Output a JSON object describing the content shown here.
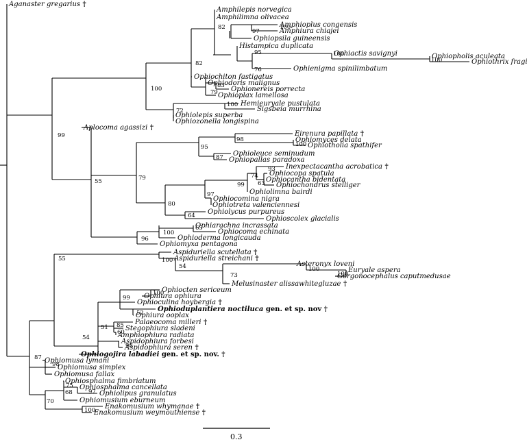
{
  "figure": {
    "dagger": "†",
    "scale_label": "0.3"
  },
  "taxa": [
    {
      "id": "aganaster",
      "name": "Aganaster gregarius",
      "extinct": true
    },
    {
      "id": "amphilepis",
      "name": "Amphilepis norvegica"
    },
    {
      "id": "amphilimna",
      "name": "Amphilimna olivacea"
    },
    {
      "id": "amphioplus",
      "name": "Amphioplus congensis"
    },
    {
      "id": "amphiura_chiajei",
      "name": "Amphiura chiajei"
    },
    {
      "id": "ophiopsila",
      "name": "Ophiopsila guineensis"
    },
    {
      "id": "histampica",
      "name": "Histampica duplicata"
    },
    {
      "id": "ophiactis",
      "name": "Ophiactis savignyi"
    },
    {
      "id": "ophiopholis",
      "name": "Ophiopholis aculeata"
    },
    {
      "id": "ophiothrix",
      "name": "Ophiothrix fragilis"
    },
    {
      "id": "ophienigma",
      "name": "Ophienigma spinilimbatum"
    },
    {
      "id": "ophiochiton",
      "name": "Ophiochiton fastigatus"
    },
    {
      "id": "ophiodoris",
      "name": "Ophiodoris malignus"
    },
    {
      "id": "ophionereis",
      "name": "Ophionereis porrecta"
    },
    {
      "id": "ophioplax",
      "name": "Ophioplax lamellosa"
    },
    {
      "id": "hemieuryale",
      "name": "Hemieuryale pustulata"
    },
    {
      "id": "sigsbeia",
      "name": "Sigsbeia murrhina"
    },
    {
      "id": "ophiolepis",
      "name": "Ophiolepis superba"
    },
    {
      "id": "ophiozonella",
      "name": "Ophiozonella longispina"
    },
    {
      "id": "aplocoma",
      "name": "Aplocoma agassizi",
      "extinct": true
    },
    {
      "id": "eirenura",
      "name": "Eirenura papillata",
      "extinct": true
    },
    {
      "id": "ophiomyces",
      "name": "Ophiomyces delata"
    },
    {
      "id": "ophiotholia",
      "name": "Ophiotholia spathifer"
    },
    {
      "id": "ophioleuce",
      "name": "Ophioleuce seminudum"
    },
    {
      "id": "ophiopallas",
      "name": "Ophiopallas paradoxa"
    },
    {
      "id": "inexpectacantha",
      "name": "Inexpectacantha acrobatica",
      "extinct": true
    },
    {
      "id": "ophiocopa",
      "name": "Ophiocopa spatula"
    },
    {
      "id": "ophiocantha",
      "name": "Ophiocantha bidentata"
    },
    {
      "id": "ophiochondrus",
      "name": "Ophiochondrus stelliger"
    },
    {
      "id": "ophiolimna",
      "name": "Ophiolimna bairdi"
    },
    {
      "id": "ophiocomina",
      "name": "Ophiocomina nigra"
    },
    {
      "id": "ophiotreta",
      "name": "Ophiotreta valenciennesi"
    },
    {
      "id": "ophiolycus",
      "name": "Ophiolycus purpureus"
    },
    {
      "id": "ophioscolex",
      "name": "Ophioscolex glacialis"
    },
    {
      "id": "ophiarachna",
      "name": "Ophiarachna incrassata"
    },
    {
      "id": "ophiocoma",
      "name": "Ophiocoma echinata"
    },
    {
      "id": "ophioderma",
      "name": "Ophioderma longicauda"
    },
    {
      "id": "ophiomyxa",
      "name": "Ophiomyxa pentagona"
    },
    {
      "id": "aspiduriella_s",
      "name": "Aspiduriella scutellata",
      "extinct": true
    },
    {
      "id": "aspiduriella_st",
      "name": "Aspiduriella streichani",
      "extinct": true
    },
    {
      "id": "asteronyx",
      "name": "Asteronyx loveni"
    },
    {
      "id": "euryale",
      "name": "Euryale aspera"
    },
    {
      "id": "gorgonocephalus",
      "name": "Gorgonocephalus caputmedusae"
    },
    {
      "id": "melusinaster",
      "name": "Melusinaster alissawhitegluzae",
      "extinct": true
    },
    {
      "id": "ophiocten",
      "name": "Ophiocten sericeum"
    },
    {
      "id": "ophiura_o",
      "name": "Ophiura ophiura"
    },
    {
      "id": "ophioculina",
      "name": "Ophioculina hoybergia",
      "extinct": true
    },
    {
      "id": "ophioduplantiera",
      "name": "Ophioduplantiera noctiluca",
      "suffix": "gen. et sp. nov",
      "extinct": true,
      "bold": true
    },
    {
      "id": "ophiura_oo",
      "name": "Ophiura ooplax"
    },
    {
      "id": "palaeocoma",
      "name": "Palaeocoma milleri",
      "extinct": true
    },
    {
      "id": "stegophiura",
      "name": "Stegophiura sladeni"
    },
    {
      "id": "amphiophiura",
      "name": "Amphiophiura radiata"
    },
    {
      "id": "aspidophiura_f",
      "name": "Aspidophiura forbesi"
    },
    {
      "id": "aspidophiura_s",
      "name": "Aspidophiura seren",
      "extinct": true
    },
    {
      "id": "ophiogojira",
      "name": "Ophiogojira labadiei",
      "suffix": "gen. et sp. nov.",
      "extinct": true,
      "bold": true
    },
    {
      "id": "ophiomusa_l",
      "name": "Ophiomusa lymani"
    },
    {
      "id": "ophiomusa_s",
      "name": "Ophiomusa simplex"
    },
    {
      "id": "ophiomusa_f",
      "name": "Ophiomusa fallax"
    },
    {
      "id": "ophiosphalma_f",
      "name": "Ophiosphalma fimbriatum"
    },
    {
      "id": "ophiosphalma_c",
      "name": "Ophiosphalma cancellata"
    },
    {
      "id": "ophiolipus",
      "name": "Ophiolipus granulatus"
    },
    {
      "id": "ophiomusium",
      "name": "Ophiomusium eburneum"
    },
    {
      "id": "enakomusium_wh",
      "name": "Enakomusium whymanae",
      "extinct": true
    },
    {
      "id": "enakomusium_we",
      "name": "Enakomusium weymouthiense",
      "extinct": true
    }
  ],
  "support_values": [
    {
      "id": "n_root_main",
      "value": "87"
    },
    {
      "id": "n_99",
      "value": "99"
    },
    {
      "id": "n_100_top",
      "value": "100"
    },
    {
      "id": "n_82a",
      "value": "82"
    },
    {
      "id": "n_82b",
      "value": "82"
    },
    {
      "id": "n_97a",
      "value": "97"
    },
    {
      "id": "n_100_amphioplus",
      "value": "100"
    },
    {
      "id": "n_95a",
      "value": "95"
    },
    {
      "id": "n_100_ophiactis",
      "value": "100"
    },
    {
      "id": "n_100_ophiopholis",
      "value": "100"
    },
    {
      "id": "n_76",
      "value": "76"
    },
    {
      "id": "n_83",
      "value": "83"
    },
    {
      "id": "n_79a",
      "value": "79"
    },
    {
      "id": "n_100_hemi",
      "value": "100"
    },
    {
      "id": "n_72",
      "value": "72"
    },
    {
      "id": "n_55a",
      "value": "55"
    },
    {
      "id": "n_79b",
      "value": "79"
    },
    {
      "id": "n_95b",
      "value": "95"
    },
    {
      "id": "n_98a",
      "value": "98"
    },
    {
      "id": "n_100_ophiomyces",
      "value": "100"
    },
    {
      "id": "n_87",
      "value": "87"
    },
    {
      "id": "n_80",
      "value": "80"
    },
    {
      "id": "n_97b",
      "value": "97"
    },
    {
      "id": "n_99b",
      "value": "99"
    },
    {
      "id": "n_74",
      "value": "74"
    },
    {
      "id": "n_93",
      "value": "93"
    },
    {
      "id": "n_63",
      "value": "63"
    },
    {
      "id": "n_64",
      "value": "64"
    },
    {
      "id": "n_96",
      "value": "96"
    },
    {
      "id": "n_100_ophiocoma",
      "value": "100"
    },
    {
      "id": "n_65",
      "value": "65"
    },
    {
      "id": "n_55b",
      "value": "55"
    },
    {
      "id": "n_100_aspid",
      "value": "100"
    },
    {
      "id": "n_54a",
      "value": "54"
    },
    {
      "id": "n_73",
      "value": "73"
    },
    {
      "id": "n_100_aster",
      "value": "100"
    },
    {
      "id": "n_100_eury",
      "value": "100"
    },
    {
      "id": "n_54b",
      "value": "54"
    },
    {
      "id": "n_51",
      "value": "51"
    },
    {
      "id": "n_99c",
      "value": "99"
    },
    {
      "id": "n_100_ophiocten",
      "value": "100"
    },
    {
      "id": "n_52",
      "value": "52"
    },
    {
      "id": "n_60",
      "value": "60"
    },
    {
      "id": "n_85",
      "value": "85"
    },
    {
      "id": "n_98b",
      "value": "98"
    },
    {
      "id": "n_98c",
      "value": "98"
    },
    {
      "id": "n_70",
      "value": "70"
    },
    {
      "id": "n_68",
      "value": "68"
    },
    {
      "id": "n_75",
      "value": "75"
    },
    {
      "id": "n_97c",
      "value": "97"
    },
    {
      "id": "n_100_enako",
      "value": "100"
    }
  ]
}
